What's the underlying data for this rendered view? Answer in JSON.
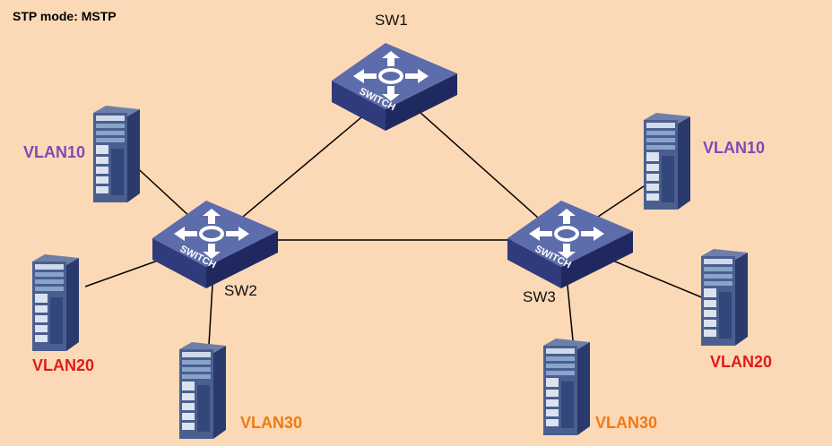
{
  "title": "STP mode: MSTP",
  "switch_text": "SWITCH",
  "switches": [
    {
      "id": "sw1",
      "label": "SW1"
    },
    {
      "id": "sw2",
      "label": "SW2"
    },
    {
      "id": "sw3",
      "label": "SW3"
    }
  ],
  "hosts": [
    {
      "id": "sw2-vlan10",
      "label": "VLAN10",
      "switch": "SW2"
    },
    {
      "id": "sw2-vlan20",
      "label": "VLAN20",
      "switch": "SW2"
    },
    {
      "id": "sw2-vlan30",
      "label": "VLAN30",
      "switch": "SW2"
    },
    {
      "id": "sw3-vlan10",
      "label": "VLAN10",
      "switch": "SW3"
    },
    {
      "id": "sw3-vlan20",
      "label": "VLAN20",
      "switch": "SW3"
    },
    {
      "id": "sw3-vlan30",
      "label": "VLAN30",
      "switch": "SW3"
    }
  ],
  "colors": {
    "background": "#fcd9b6",
    "switch_top": "#5a6aa8",
    "switch_side": "#2e3a78",
    "vlan10": "#7b4bb8",
    "vlan20": "#e01b1b",
    "vlan30": "#f07a10"
  }
}
